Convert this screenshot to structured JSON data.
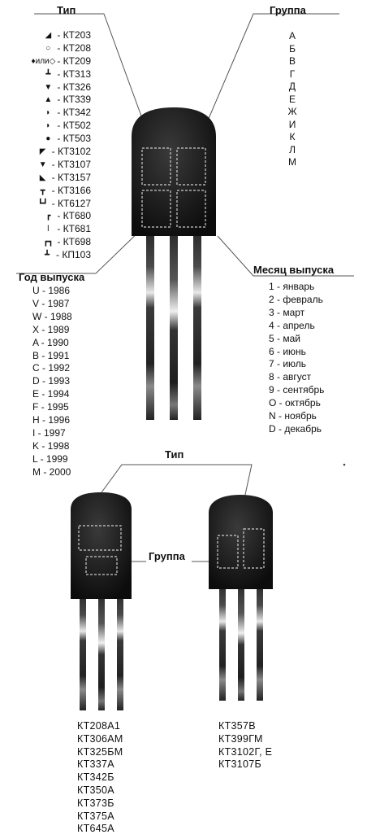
{
  "top": {
    "type_heading": "Тип",
    "group_heading": "Группа",
    "year_heading": "Год выпуска",
    "month_heading": "Месяц выпуска",
    "types": [
      {
        "marker": "◢",
        "label": "- КТ203"
      },
      {
        "marker": "○",
        "label": "- КТ208"
      },
      {
        "marker": "♦или◇",
        "label": "- КТ209"
      },
      {
        "marker": "┻",
        "label": "- КТ313"
      },
      {
        "marker": "▼",
        "label": "- КТ326"
      },
      {
        "marker": "▲",
        "label": "- КТ339"
      },
      {
        "marker": "◗",
        "label": "- КТ342"
      },
      {
        "marker": "◗",
        "label": "- КТ502"
      },
      {
        "marker": "●",
        "label": "- КТ503"
      },
      {
        "marker": "◤",
        "label": "- КТ3102"
      },
      {
        "marker": "▼",
        "label": "- КТ3107"
      },
      {
        "marker": "◣",
        "label": "- КТ3157"
      },
      {
        "marker": "┳",
        "label": "- КТ3166"
      },
      {
        "marker": "┗┛",
        "label": "- КТ6127"
      },
      {
        "marker": "┏",
        "label": "- КТ680"
      },
      {
        "marker": "ǀ",
        "label": "- КТ681"
      },
      {
        "marker": "┏┓",
        "label": "- КТ698"
      },
      {
        "marker": "┻",
        "label": "- КП103"
      }
    ],
    "groups": [
      "А",
      "Б",
      "В",
      "Г",
      "Д",
      "Е",
      "Ж",
      "И",
      "К",
      "Л",
      "М"
    ],
    "years": [
      "U - 1986",
      "V - 1987",
      "W - 1988",
      "X - 1989",
      "A - 1990",
      "B - 1991",
      "C - 1992",
      "D - 1993",
      "E - 1994",
      "F - 1995",
      "H - 1996",
      "I - 1997",
      "K - 1998",
      "L - 1999",
      "M - 2000"
    ],
    "months": [
      "1 - январь",
      "2 - февраль",
      "3 - март",
      "4 - апрель",
      "5 - май",
      "6 - июнь",
      "7 - июль",
      "8 - август",
      "9 - сентябрь",
      "O - октябрь",
      "N - ноябрь",
      "D - декабрь"
    ]
  },
  "bottom": {
    "type_heading": "Тип",
    "group_heading": "Группа",
    "left_list": [
      "КТ208А1",
      "КТ306АМ",
      "КТ325БМ",
      "КТ337А",
      "КТ342Б",
      "КТ350А",
      "КТ373Б",
      "КТ375А",
      "КТ645А"
    ],
    "right_list": [
      "КТ357В",
      "КТ399ГМ",
      "КТ3102Г, Е",
      "КТ3107Б"
    ]
  }
}
